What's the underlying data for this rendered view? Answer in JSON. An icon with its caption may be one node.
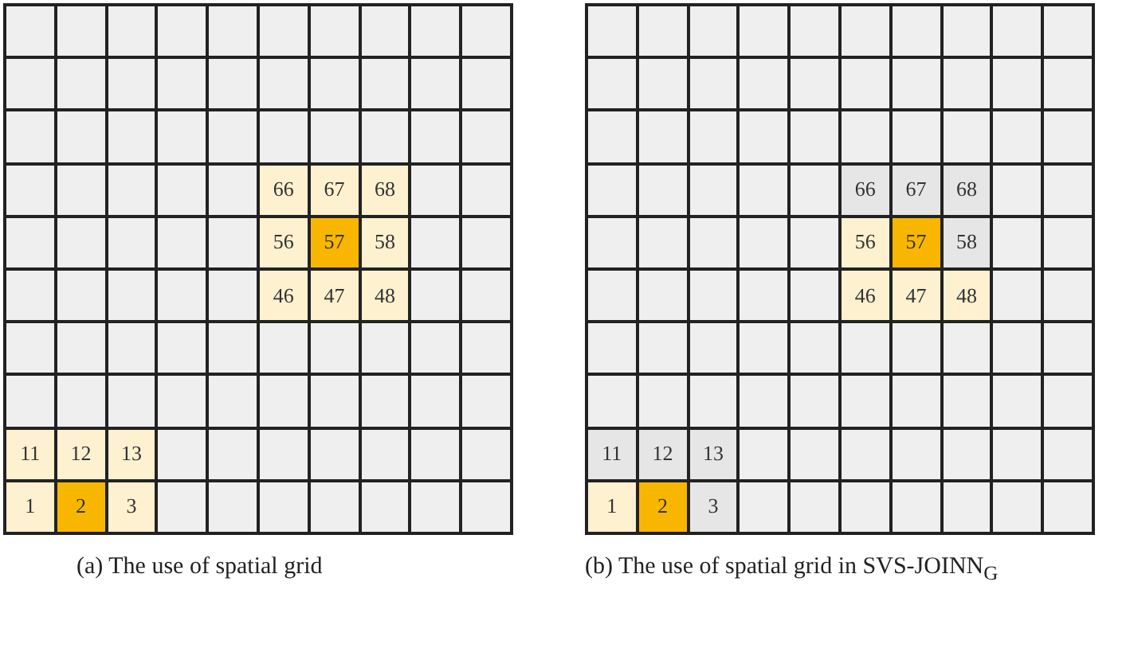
{
  "diagram": {
    "labels": [
      "66",
      "67",
      "68",
      "56",
      "57",
      "58",
      "46",
      "47",
      "48",
      "11",
      "12",
      "13",
      "1",
      "2",
      "3",
      "66",
      "67",
      "68",
      "56",
      "57",
      "58",
      "46",
      "47",
      "48",
      "11",
      "12",
      "13",
      "1",
      "2",
      "3",
      "(a) The use of spatial grid",
      "(b) The use of spatial grid in SVS-JOINN$_{G}$"
    ]
  }
}
